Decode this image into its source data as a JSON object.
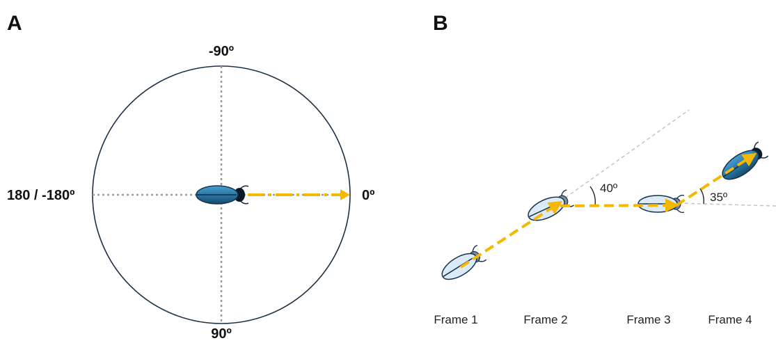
{
  "panels": {
    "a": "A",
    "b": "B"
  },
  "compass": {
    "top": "-90º",
    "bottom": "90º",
    "left": "180 / -180º",
    "right": "0º"
  },
  "turning": {
    "angle1": "40º",
    "angle2": "35º"
  },
  "frames": [
    "Frame 1",
    "Frame 2",
    "Frame 3",
    "Frame 4"
  ],
  "colors": {
    "arrow": "#f5b800",
    "beetle_dark": "#1f5f86",
    "beetle_light": "#dbe9f8",
    "outline": "#15314b"
  }
}
